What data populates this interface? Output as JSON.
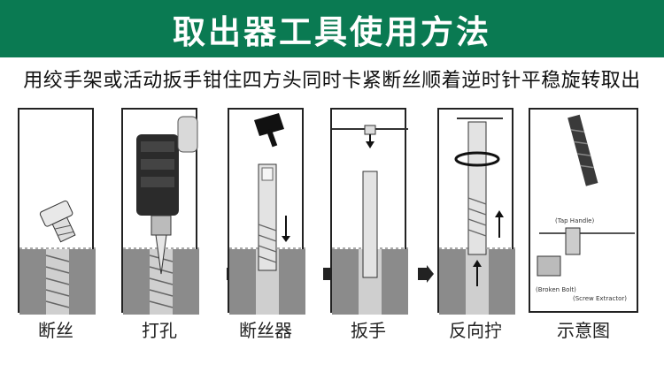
{
  "banner": {
    "title": "取出器工具使用方法",
    "color": "#0a7a52"
  },
  "instruction": "用绞手架或活动扳手钳住四方头同时卡紧断丝顺着逆时针平稳旋转取出",
  "steps": [
    {
      "label": "断丝"
    },
    {
      "label": "打孔"
    },
    {
      "label": "断丝器"
    },
    {
      "label": "扳手"
    },
    {
      "label": "反向拧"
    },
    {
      "label": "示意图"
    }
  ],
  "diagram": {
    "tap_handle": "(Tap Handle)",
    "broken_bolt": "(Broken Bolt)",
    "screw_extractor": "(Screw Extractor)"
  }
}
